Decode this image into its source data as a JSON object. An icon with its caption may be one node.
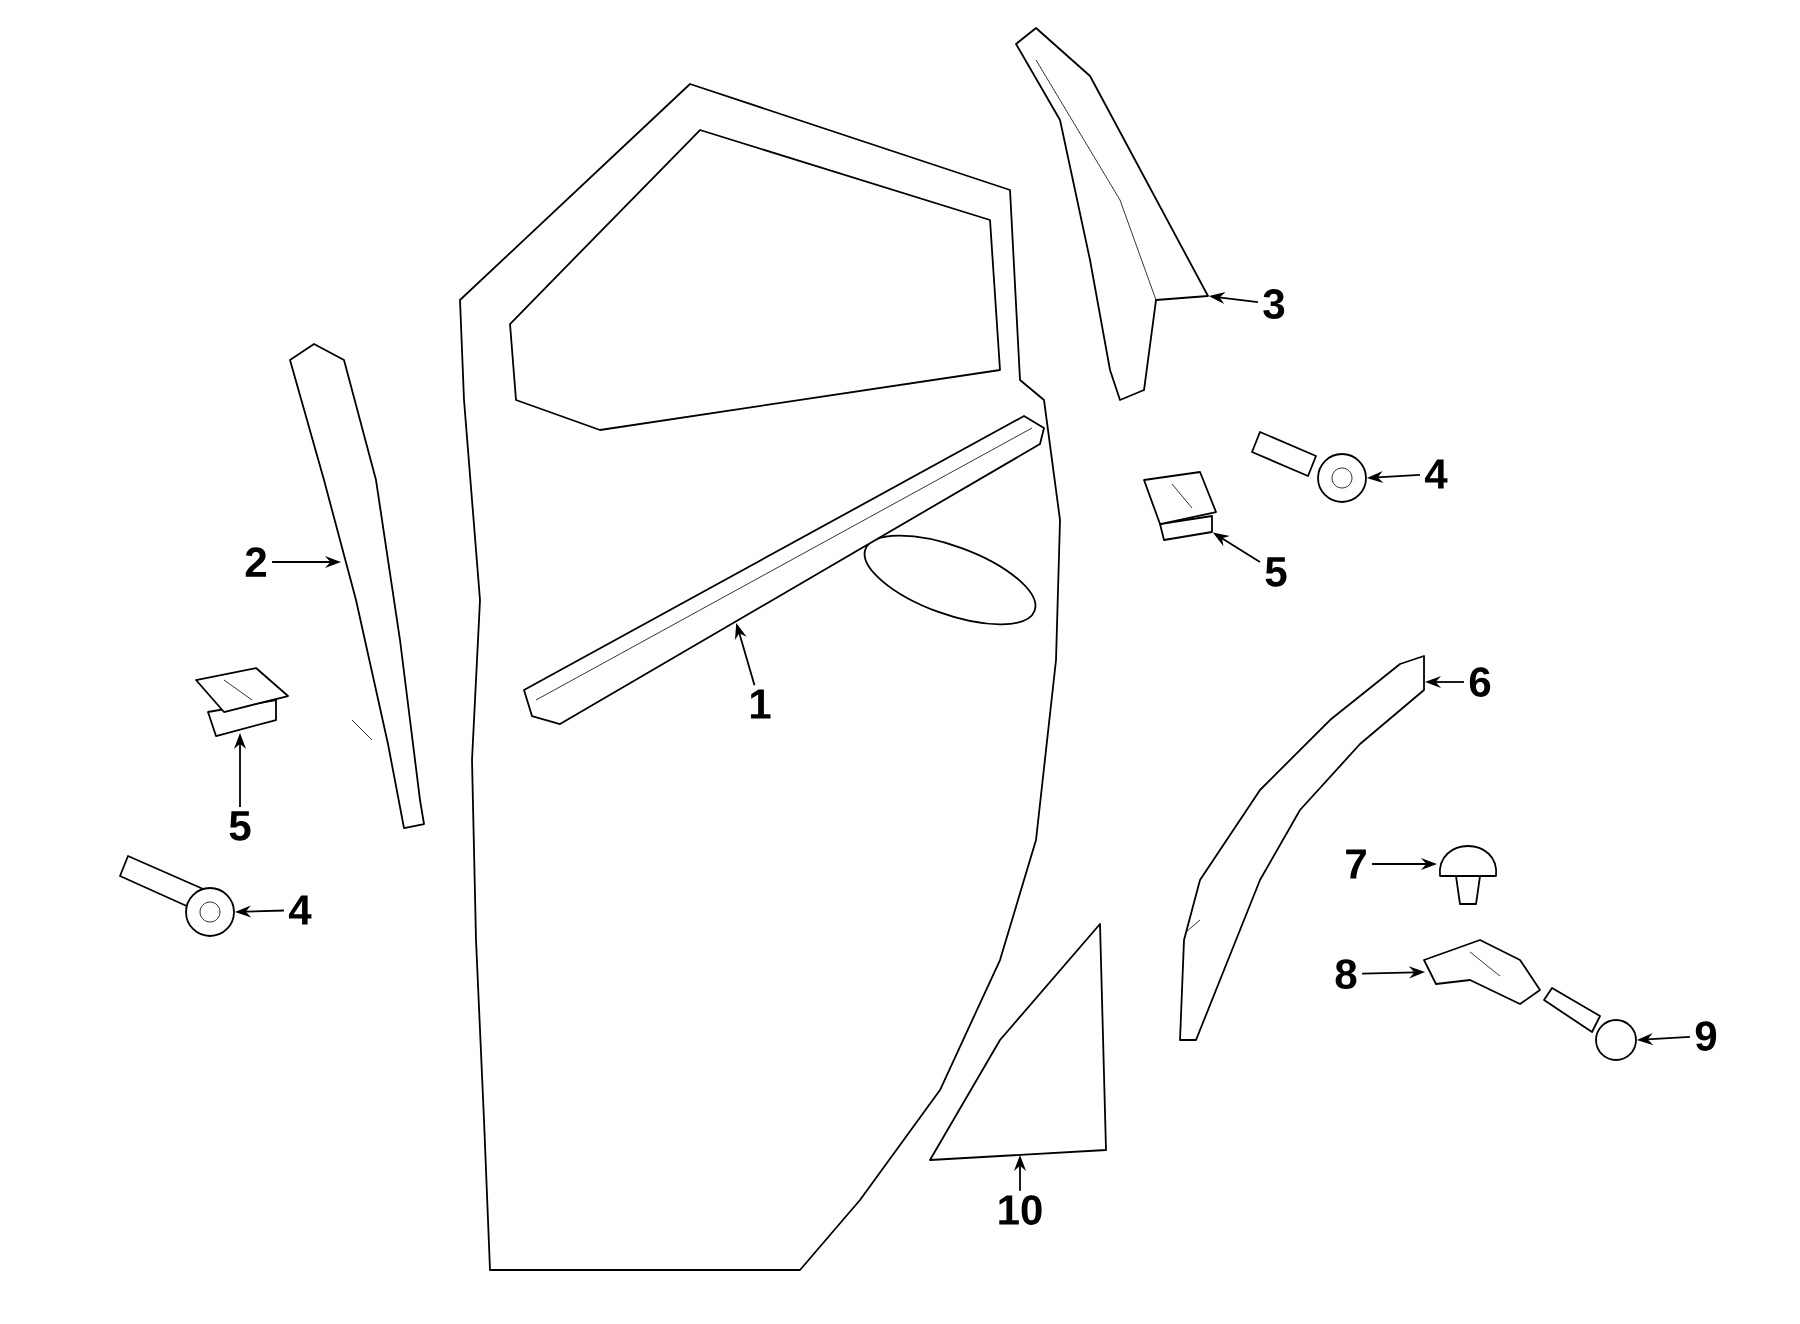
{
  "diagram": {
    "nodes": [
      {
        "text": [
          "3"
        ]
      },
      {
        "text": [
          "4"
        ]
      },
      {
        "text": [
          "2"
        ]
      },
      {
        "text": [
          "5"
        ]
      },
      {
        "text": [
          "6"
        ]
      },
      {
        "text": [
          "1"
        ]
      },
      {
        "text": [
          "5"
        ]
      },
      {
        "text": [
          "7"
        ]
      },
      {
        "text": [
          "4"
        ]
      },
      {
        "text": [
          "8"
        ]
      },
      {
        "text": [
          "9"
        ]
      },
      {
        "text": [
          "10"
        ]
      },
      {
        "text": [],
        "shape": "picture"
      },
      {
        "text": [],
        "shape": "picture"
      },
      {
        "text": [],
        "shape": "picture"
      },
      {
        "text": [],
        "shape": "picture"
      },
      {
        "text": [],
        "shape": "picture"
      },
      {
        "text": [],
        "shape": "picture"
      },
      {
        "text": [],
        "shape": "picture"
      },
      {
        "text": [],
        "shape": "picture"
      },
      {
        "text": [],
        "shape": "picture"
      },
      {
        "text": [],
        "shape": "picture"
      },
      {
        "text": [],
        "shape": "picture"
      },
      {
        "text": [],
        "shape": "picture"
      }
    ],
    "edges": [
      {
        "from": 0,
        "to": 12,
        "arrow": "to"
      },
      {
        "from": 1,
        "to": 13,
        "arrow": "to"
      },
      {
        "from": 2,
        "to": 14,
        "arrow": "to"
      },
      {
        "from": 3,
        "to": 15,
        "arrow": "to"
      },
      {
        "from": 4,
        "to": 16,
        "arrow": "to"
      },
      {
        "from": 5,
        "to": 17,
        "arrow": "to"
      },
      {
        "from": 6,
        "to": 18,
        "arrow": "to"
      },
      {
        "from": 7,
        "to": 19,
        "arrow": "to"
      },
      {
        "from": 8,
        "to": 20,
        "arrow": "to"
      },
      {
        "from": 9,
        "to": 21,
        "arrow": "to"
      },
      {
        "from": 10,
        "to": 22,
        "arrow": "to"
      },
      {
        "from": 11,
        "to": 23,
        "arrow": "to"
      }
    ]
  }
}
